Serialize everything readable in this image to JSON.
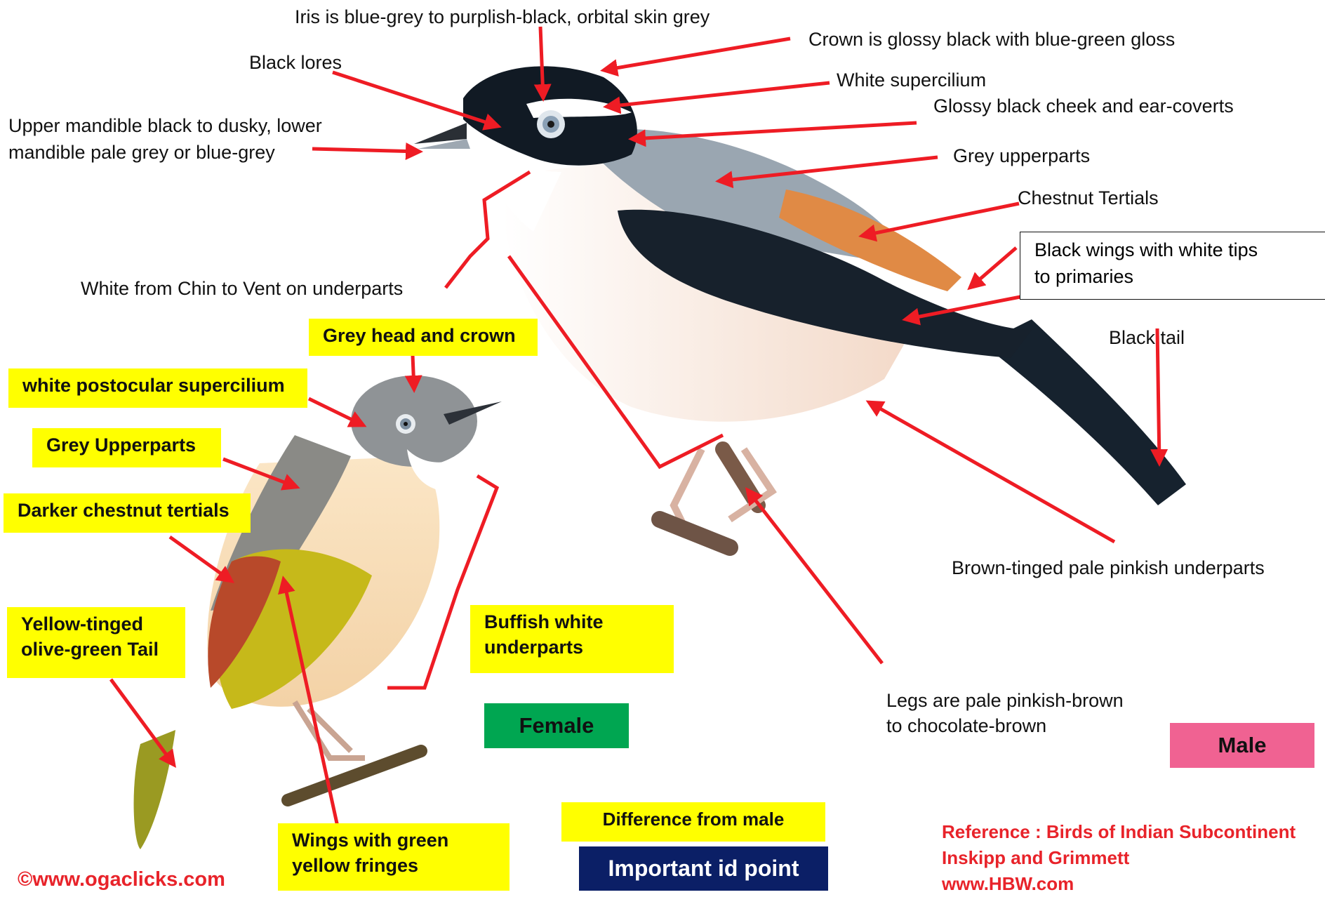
{
  "male_labels": {
    "iris": "Iris is blue-grey to purplish-black, orbital skin grey",
    "crown": "Crown is  glossy black with blue-green gloss",
    "lores": "Black lores",
    "supercilium": "White supercilium",
    "mandible_line1": "Upper mandible black to dusky, lower",
    "mandible_line2": "mandible pale grey or blue-grey",
    "cheek": "Glossy black cheek and ear-coverts",
    "upperparts": "Grey  upperparts",
    "tertials": "Chestnut Tertials",
    "wings_line1": "Black wings  with white tips",
    "wings_line2": "to primaries",
    "chin_vent": "White  from Chin to Vent on underparts",
    "tail": "Black tail",
    "underparts": "Brown-tinged pale pinkish underparts",
    "legs_line1": "Legs are pale pinkish-brown",
    "legs_line2": "to chocolate-brown"
  },
  "female_labels": {
    "head": "Grey head and crown",
    "postocular": "white postocular supercilium",
    "upperparts": "Grey Upperparts",
    "tertials": "Darker chestnut tertials",
    "tail_line1": "Yellow-tinged",
    "tail_line2": "olive-green Tail",
    "underparts_line1": "Buffish white",
    "underparts_line2": "underparts",
    "wings_line1": "Wings with green",
    "wings_line2": "yellow fringes"
  },
  "tags": {
    "female": "Female",
    "male": "Male",
    "difference": "Difference from male",
    "important": "Important  id point"
  },
  "footer": {
    "copyright": "©www.ogaclicks.com",
    "ref_line1": "Reference : Birds of Indian Subcontinent",
    "ref_line2": "Inskipp and Grimmett",
    "ref_line3": "www.HBW.com"
  },
  "colors": {
    "arrow": "#ee1c24",
    "highlight": "#ffff00",
    "female_tag": "#00a651",
    "male_tag": "#f06292",
    "important_bg": "#0b1f66",
    "reference_text": "#e8232a"
  }
}
